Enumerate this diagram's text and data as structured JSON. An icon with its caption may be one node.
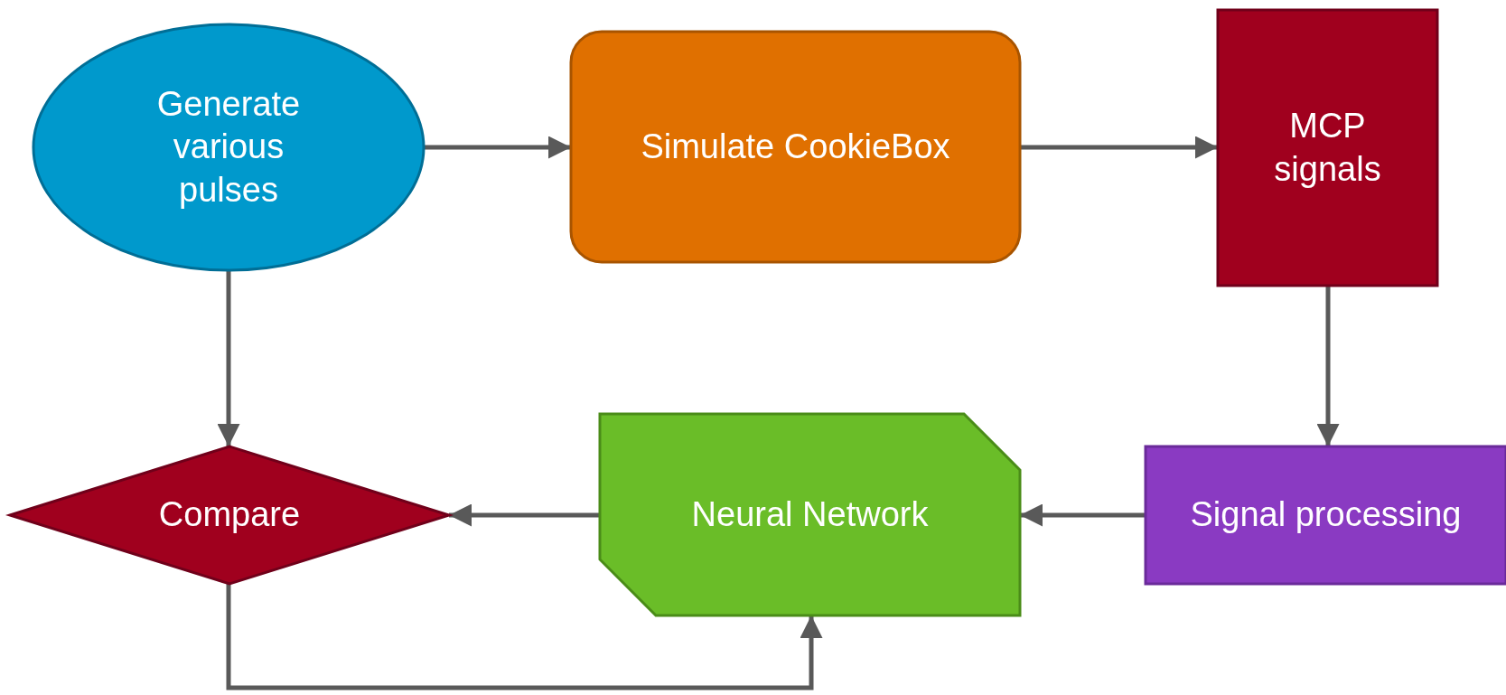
{
  "diagram": {
    "nodes": [
      {
        "text": [
          "Generate various pulses"
        ]
      },
      {
        "text": [
          "Simulate CookieBox"
        ]
      },
      {
        "text": [
          "MCP signals"
        ]
      },
      {
        "text": [
          "Signal processing"
        ]
      },
      {
        "text": [
          "Neural Network"
        ]
      },
      {
        "text": [
          "Compare"
        ]
      }
    ],
    "edges": [
      {
        "from": 0,
        "to": 1,
        "arrow": "to"
      },
      {
        "from": 1,
        "to": 2,
        "arrow": "to"
      },
      {
        "from": 2,
        "to": 3,
        "arrow": "to"
      },
      {
        "from": 3,
        "to": 4,
        "arrow": "to"
      },
      {
        "from": 4,
        "to": 5,
        "arrow": "to"
      },
      {
        "from": 0,
        "to": 5,
        "arrow": "to"
      },
      {
        "from": 5,
        "to": 4,
        "arrow": "to"
      }
    ]
  }
}
